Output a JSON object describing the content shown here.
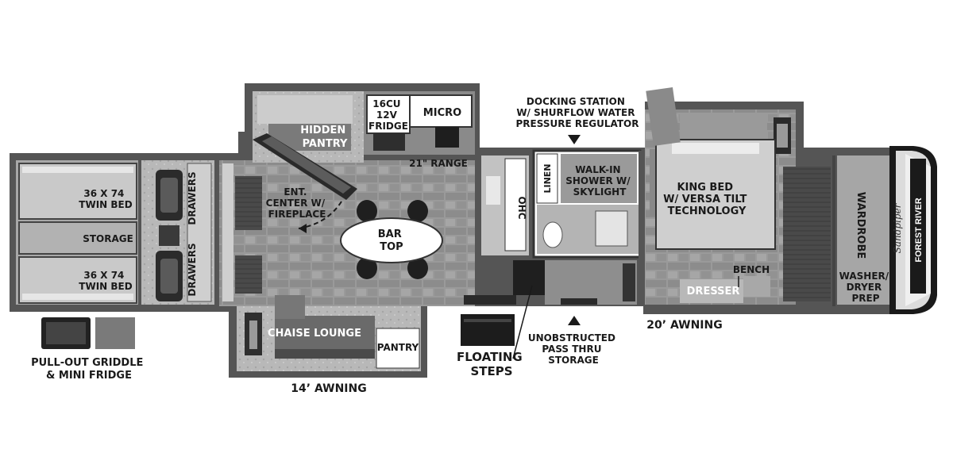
{
  "labels": {
    "twin_bed_top": [
      "36 X 74",
      "TWIN BED"
    ],
    "storage": "STORAGE",
    "twin_bed_bottom": [
      "36 X 74",
      "TWIN BED"
    ],
    "drawers_top": "DRAWERS",
    "drawers_bottom": "DRAWERS",
    "pullout": [
      "PULL-OUT GRIDDLE",
      "& MINI FRIDGE"
    ],
    "hidden_pantry": [
      "HIDDEN",
      "PANTRY"
    ],
    "fridge": [
      "16CU",
      "12V",
      "FRIDGE"
    ],
    "micro": "MICRO",
    "range": "21\" RANGE",
    "ent_center": [
      "ENT.",
      "CENTER W/",
      "FIREPLACE"
    ],
    "bar_top": [
      "BAR",
      "TOP"
    ],
    "ohc": "OHC",
    "linen": "LINEN",
    "docking": [
      "DOCKING STATION",
      "W/ SHURFLOW WATER",
      "PRESSURE REGULATOR"
    ],
    "walkin": [
      "WALK-IN",
      "SHOWER W/",
      "SKYLIGHT"
    ],
    "chaise": "CHAISE LOUNGE",
    "pantry": "PANTRY",
    "floating": [
      "FLOATING",
      "STEPS"
    ],
    "unobstructed": [
      "UNOBSTRUCTED",
      "PASS THRU",
      "STORAGE"
    ],
    "awning_14": "14’ AWNING",
    "awning_20": "20’ AWNING",
    "king_bed": [
      "KING BED",
      "W/ VERSA TILT",
      "TECHNOLOGY"
    ],
    "bench": "BENCH",
    "dresser": "DRESSER",
    "wardrobe": "WARDROBE",
    "washer": [
      "WASHER/",
      "DRYER",
      "PREP"
    ],
    "brand": "FOREST RIVER",
    "model_script": "Sandpiper"
  }
}
